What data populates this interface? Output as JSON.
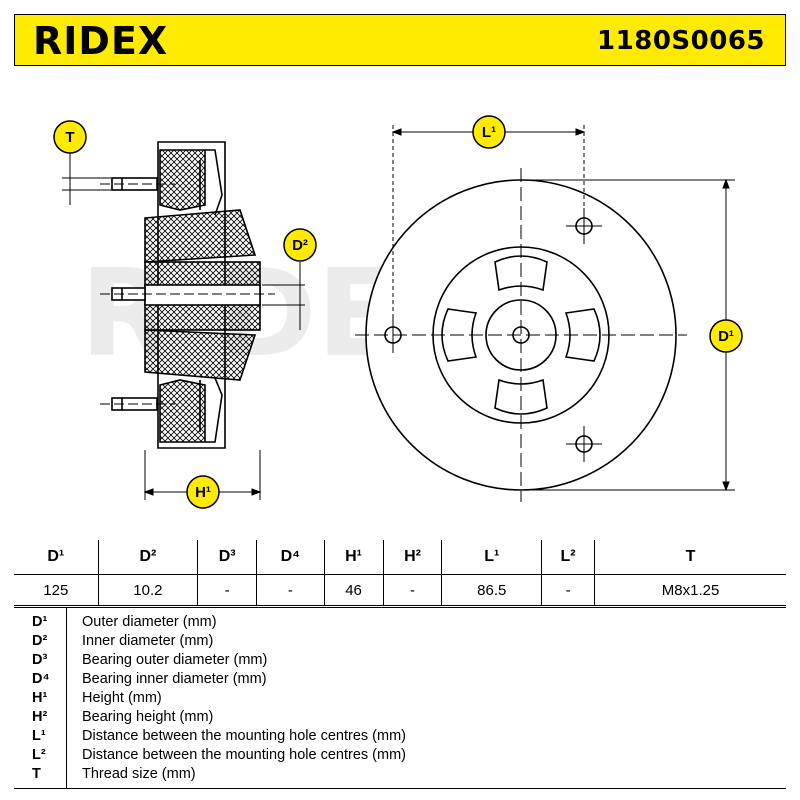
{
  "header": {
    "brand": "RIDEX",
    "part_number": "1180S0065",
    "background_color": "#ffeb00"
  },
  "drawing": {
    "watermark": "RIDEX",
    "labels": {
      "T": "T",
      "D2": "D²",
      "H1": "H¹",
      "L1": "L¹",
      "D1": "D¹"
    }
  },
  "specs": {
    "headers": [
      "D¹",
      "D²",
      "D³",
      "D⁴",
      "H¹",
      "H²",
      "L¹",
      "L²",
      "T"
    ],
    "values": [
      "125",
      "10.2",
      "-",
      "-",
      "46",
      "-",
      "86.5",
      "-",
      "M8x1.25"
    ]
  },
  "legend": [
    {
      "key": "D¹",
      "desc": "Outer diameter (mm)"
    },
    {
      "key": "D²",
      "desc": "Inner diameter (mm)"
    },
    {
      "key": "D³",
      "desc": "Bearing outer diameter (mm)"
    },
    {
      "key": "D⁴",
      "desc": "Bearing inner diameter (mm)"
    },
    {
      "key": "H¹",
      "desc": "Height (mm)"
    },
    {
      "key": "H²",
      "desc": "Bearing height (mm)"
    },
    {
      "key": "L¹",
      "desc": "Distance between the mounting hole centres (mm)"
    },
    {
      "key": "L²",
      "desc": "Distance between the mounting hole centres (mm)"
    },
    {
      "key": "T",
      "desc": "Thread size (mm)"
    }
  ]
}
